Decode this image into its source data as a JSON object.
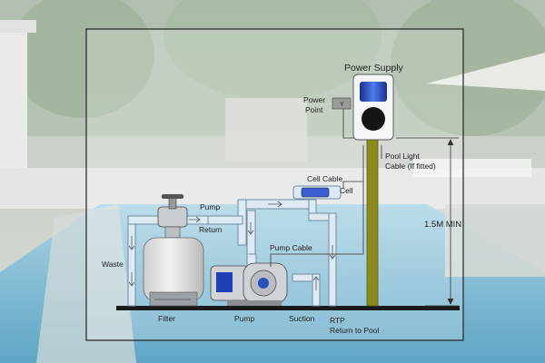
{
  "labels": {
    "power_supply": "Power Supply",
    "power_point_line1": "Power",
    "power_point_line2": "Point",
    "pool_light_line1": "Pool Light",
    "pool_light_line2": "Cable (If fitted)",
    "cell_cable": "Cell Cable",
    "cell": "Cell",
    "pump_top": "Pump",
    "return": "Return",
    "waste": "Waste",
    "pump_cable": "Pump Cable",
    "height": "1.5M MIN",
    "filter": "Filter",
    "pump_bottom": "Pump",
    "suction": "Suction",
    "rtp_line1": "RTP",
    "rtp_line2": "Return to Pool"
  },
  "colors": {
    "pipe": "#dde9f3",
    "pipe_stroke": "#6f8ca3",
    "power_post": "#8a8a1e",
    "diagram_border": "#222222",
    "display_blue": "#2a4fc0"
  }
}
